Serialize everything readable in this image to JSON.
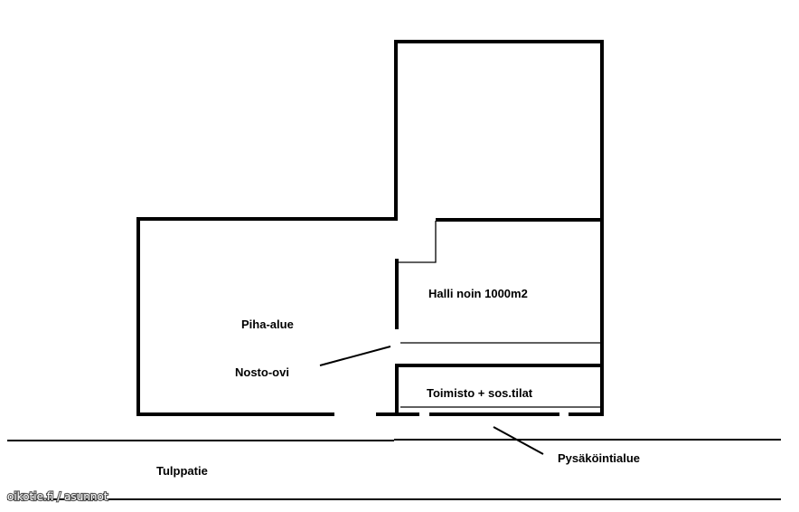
{
  "labels": {
    "yard": "Piha-alue",
    "hall": "Halli noin 1000m2",
    "lift_door": "Nosto-ovi",
    "office": "Toimisto + sos.tilat",
    "parking": "Pysäköintialue",
    "road": "Tulppatie"
  },
  "watermark": "oikotie.fi / asunnot",
  "colors": {
    "line": "#000000",
    "background": "#ffffff"
  }
}
